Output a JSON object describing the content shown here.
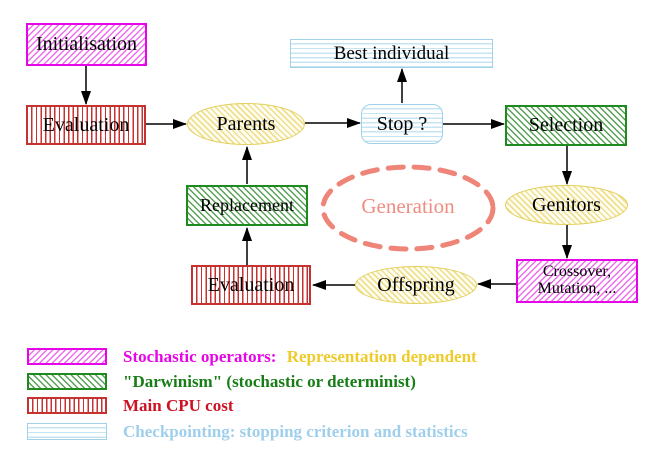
{
  "nodes": {
    "initialisation": "Initialisation",
    "evaluation_top": "Evaluation",
    "parents": "Parents",
    "stop": "Stop ?",
    "best_individual": "Best individual",
    "selection": "Selection",
    "genitors": "Genitors",
    "crossover_line1": "Crossover,",
    "crossover_line2": "Mutation, ...",
    "offspring": "Offspring",
    "evaluation_bottom": "Evaluation",
    "replacement": "Replacement",
    "generation": "Generation"
  },
  "legend": {
    "rows": [
      {
        "label": "Stochastic operators:",
        "label_secondary": "Representation dependent"
      },
      {
        "label": "\"Darwinism\" (stochastic or determinist)"
      },
      {
        "label": "Main CPU cost"
      },
      {
        "label": "Checkpointing: stopping criterion and statistics"
      }
    ]
  },
  "colors": {
    "magenta": "#e605e6",
    "green": "#1f8b1f",
    "red": "#c53230",
    "cyan": "#9fd2e8",
    "yellow": "#e2ce5a",
    "coral": "#ef8d82",
    "legend_magenta_text": "#e605e6",
    "legend_gold_text": "#eecb29",
    "legend_green_text": "#177d17",
    "legend_red_text": "#cd1224",
    "legend_blue_text": "#9fcfec",
    "node_text": "#000000"
  }
}
